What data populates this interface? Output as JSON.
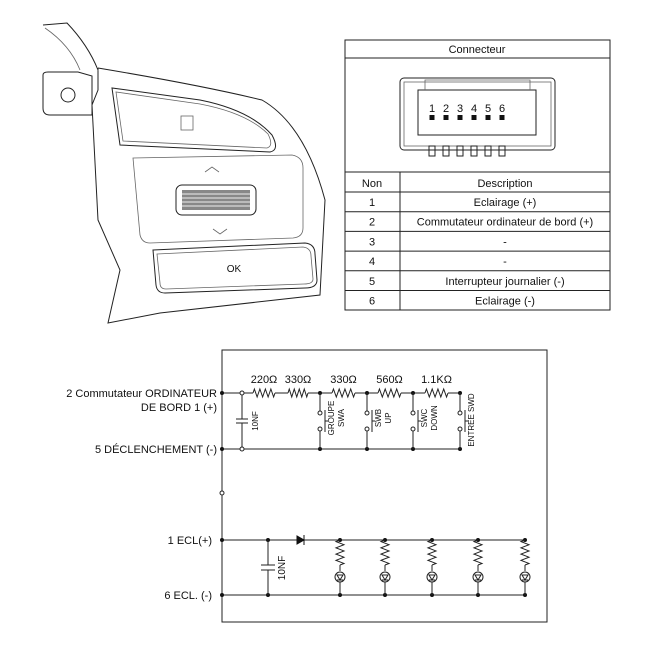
{
  "device": {
    "ok_label": "OK"
  },
  "connector_table": {
    "title": "Connecteur",
    "pins": [
      "1",
      "2",
      "3",
      "4",
      "5",
      "6"
    ],
    "headers": [
      "Non",
      "Description"
    ],
    "rows": [
      {
        "no": "1",
        "desc": "Eclairage (+)"
      },
      {
        "no": "2",
        "desc": "Commutateur ordinateur de bord (+)"
      },
      {
        "no": "3",
        "desc": "-"
      },
      {
        "no": "4",
        "desc": "-"
      },
      {
        "no": "5",
        "desc": "Interrupteur journalier (-)"
      },
      {
        "no": "6",
        "desc": "Eclairage (-)"
      }
    ]
  },
  "circuit": {
    "label_top_1": "2 Commutateur ORDINATEUR",
    "label_top_2": "DE BORD 1 (+)",
    "label_bottom": "5 DÉCLENCHEMENT (-)",
    "label_ecl_plus": "1 ECL(+)",
    "label_ecl_minus": "6 ECL. (-)",
    "resistors": [
      "220Ω",
      "330Ω",
      "330Ω",
      "560Ω",
      "1.1KΩ"
    ],
    "cap1": "10NF",
    "cap2": "10NF",
    "switches": [
      [
        "GROUPE",
        "SWA"
      ],
      [
        "SWB",
        "UP"
      ],
      [
        "SWC",
        "DOWN"
      ],
      [
        "ENTREE SWD"
      ]
    ]
  }
}
